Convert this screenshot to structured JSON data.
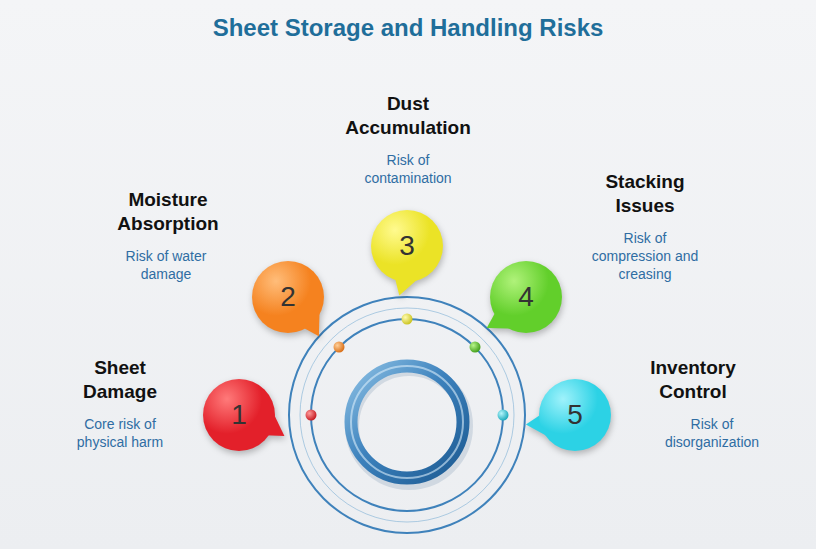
{
  "diagram": {
    "title": "Sheet Storage and Handling Risks",
    "nodes": [
      {
        "text": [
          "1",
          "Sheet Damage",
          "Core risk of physical harm"
        ]
      },
      {
        "text": [
          "2",
          "Moisture Absorption",
          "Risk of water damage"
        ]
      },
      {
        "text": [
          "3",
          "Dust Accumulation",
          "Risk of contamination"
        ]
      },
      {
        "text": [
          "4",
          "Stacking Issues",
          "Risk of compression and creasing"
        ]
      },
      {
        "text": [
          "5",
          "Inventory Control",
          "Risk of disorganization"
        ]
      }
    ]
  }
}
